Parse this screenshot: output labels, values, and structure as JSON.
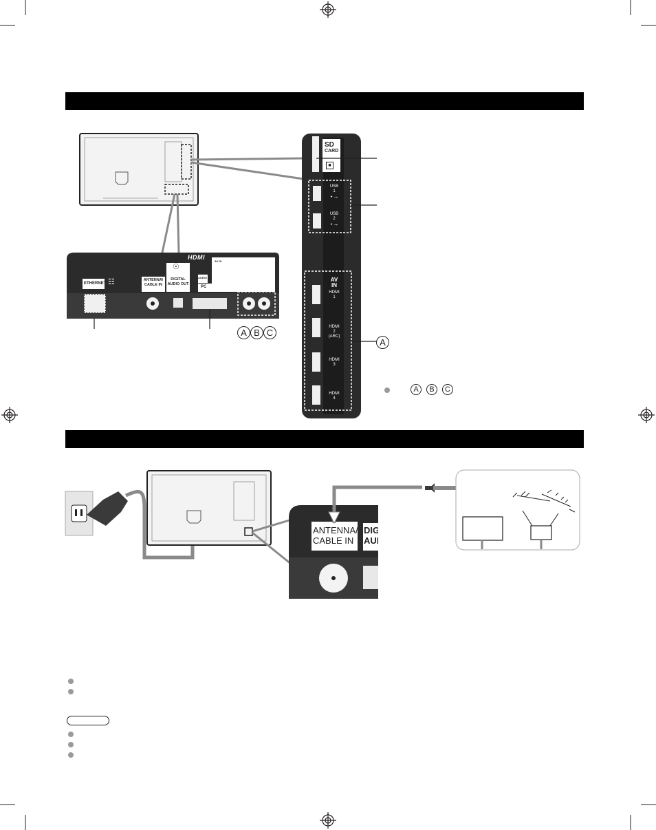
{
  "colors": {
    "bar": "#000000",
    "panel": "#2b2b2b",
    "bullet": "#9a9a9a"
  },
  "terminal_panel": {
    "ethernet_label": "ETHERNET",
    "antenna_label_line1": "ANTENNA/",
    "antenna_label_line2": "CABLE IN",
    "digital_audio_line1": "DIGITAL",
    "digital_audio_line2": "AUDIO OUT",
    "audio_in_label": "AUDIO IN",
    "pc_label": "PC",
    "hdmi_logo": "HDMI",
    "av_in_label": "AV IN",
    "circle_letters": [
      "A",
      "B",
      "C"
    ]
  },
  "side_panel": {
    "sd_line1": "SD",
    "sd_line2": "CARD",
    "usb1_line1": "USB",
    "usb1_line2": "1",
    "usb2_line1": "USB",
    "usb2_line2": "2",
    "av_line1": "AV",
    "av_line2": "IN",
    "hdmi1_line1": "HDMI",
    "hdmi1_line2": "1",
    "hdmi2_line1": "HDMI",
    "hdmi2_line2": "2",
    "hdmi2_line3": "(ARC)",
    "hdmi3_line1": "HDMI",
    "hdmi3_line2": "3",
    "hdmi4_line1": "HDMI",
    "hdmi4_line2": "4",
    "callout_letter": "A",
    "legend_letters": [
      "A",
      "B",
      "C"
    ]
  },
  "antenna_zoom": {
    "label_line1": "ANTENNA/",
    "label_line2": "CABLE IN",
    "cut_label_line1": "DIG",
    "cut_label_line2": "AUD"
  }
}
